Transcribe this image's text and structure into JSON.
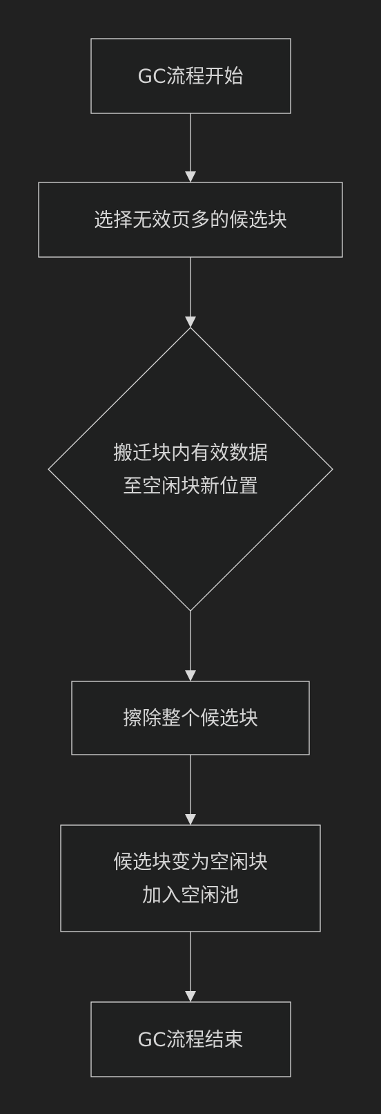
{
  "diagram": {
    "colors": {
      "background": "#212121",
      "node_fill": "#1f2020",
      "stroke": "#d9d9d9",
      "text": "#d4d4d4"
    },
    "nodes": [
      {
        "id": "gc-start",
        "shape": "rect",
        "lines": [
          "GC流程开始"
        ]
      },
      {
        "id": "select-candidate",
        "shape": "rect",
        "lines": [
          "选择无效页多的候选块"
        ]
      },
      {
        "id": "migrate-valid-data",
        "shape": "diamond",
        "lines": [
          "搬迁块内有效数据",
          "至空闲块新位置"
        ]
      },
      {
        "id": "erase-candidate",
        "shape": "rect",
        "lines": [
          "擦除整个候选块"
        ]
      },
      {
        "id": "add-to-free-pool",
        "shape": "rect",
        "lines": [
          "候选块变为空闲块",
          "加入空闲池"
        ]
      },
      {
        "id": "gc-end",
        "shape": "rect",
        "lines": [
          "GC流程结束"
        ]
      }
    ],
    "edges": [
      {
        "from": "gc-start",
        "to": "select-candidate"
      },
      {
        "from": "select-candidate",
        "to": "migrate-valid-data"
      },
      {
        "from": "migrate-valid-data",
        "to": "erase-candidate"
      },
      {
        "from": "erase-candidate",
        "to": "add-to-free-pool"
      },
      {
        "from": "add-to-free-pool",
        "to": "gc-end"
      }
    ]
  }
}
